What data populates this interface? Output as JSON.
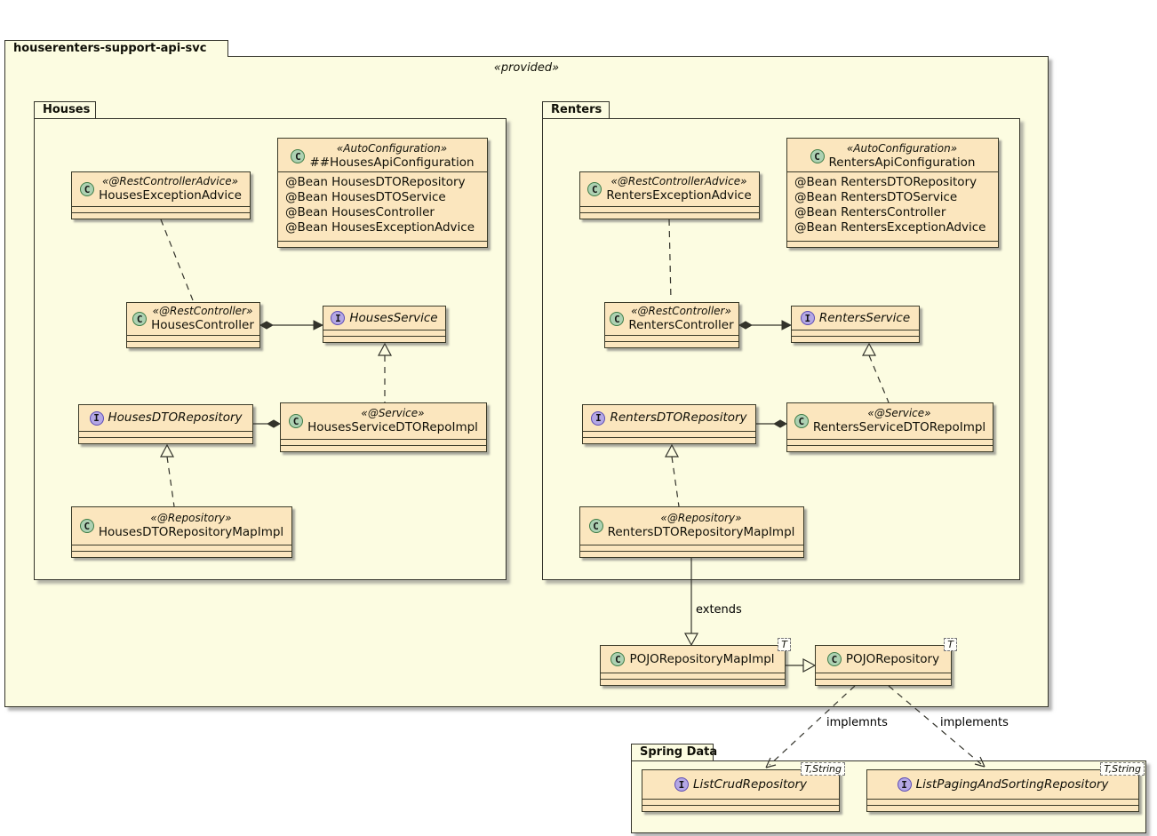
{
  "icons": {
    "class_letter": "C",
    "interface_letter": "I"
  },
  "colors": {
    "package_fill": "#FCFCE1",
    "class_fill": "#FBE6BE",
    "class_icon": "#ADD1B2",
    "interface_icon": "#B4A7E5"
  },
  "outer_package": {
    "title": "houserenters-support-api-svc",
    "stereotype": "«provided»"
  },
  "packages": {
    "houses": "Houses",
    "renters": "Renters",
    "spring_data": "Spring Data"
  },
  "classes": {
    "houses_exception_advice": {
      "stereotype": "«@RestControllerAdvice»",
      "name": "HousesExceptionAdvice"
    },
    "houses_api_configuration": {
      "stereotype": "«AutoConfiguration»",
      "name": "##HousesApiConfiguration",
      "members": [
        "@Bean HousesDTORepository",
        "@Bean HousesDTOService",
        "@Bean HousesController",
        "@Bean HousesExceptionAdvice"
      ]
    },
    "houses_controller": {
      "stereotype": "«@RestController»",
      "name": "HousesController"
    },
    "houses_service": {
      "name": "HousesService"
    },
    "houses_dto_repository": {
      "name": "HousesDTORepository"
    },
    "houses_service_dto_repo_impl": {
      "stereotype": "«@Service»",
      "name": "HousesServiceDTORepoImpl"
    },
    "houses_dto_repository_map_impl": {
      "stereotype": "«@Repository»",
      "name": "HousesDTORepositoryMapImpl"
    },
    "renters_exception_advice": {
      "stereotype": "«@RestControllerAdvice»",
      "name": "RentersExceptionAdvice"
    },
    "renters_api_configuration": {
      "stereotype": "«AutoConfiguration»",
      "name": "RentersApiConfiguration",
      "members": [
        "@Bean RentersDTORepository",
        "@Bean RentersDTOService",
        "@Bean RentersController",
        "@Bean RentersExceptionAdvice"
      ]
    },
    "renters_controller": {
      "stereotype": "«@RestController»",
      "name": "RentersController"
    },
    "renters_service": {
      "name": "RentersService"
    },
    "renters_dto_repository": {
      "name": "RentersDTORepository"
    },
    "renters_service_dto_repo_impl": {
      "stereotype": "«@Service»",
      "name": "RentersServiceDTORepoImpl"
    },
    "renters_dto_repository_map_impl": {
      "stereotype": "«@Repository»",
      "name": "RentersDTORepositoryMapImpl"
    },
    "pojo_repository_map_impl": {
      "name": "POJORepositoryMapImpl",
      "generic": "T"
    },
    "pojo_repository": {
      "name": "POJORepository",
      "generic": "T"
    },
    "list_crud_repository": {
      "name": "ListCrudRepository",
      "generic": "T,String"
    },
    "list_paging_and_sorting_repository": {
      "name": "ListPagingAndSortingRepository",
      "generic": "T,String"
    }
  },
  "edges": {
    "extends_label": "extends",
    "implemnts_label": "implemnts",
    "implements_label": "implements"
  }
}
